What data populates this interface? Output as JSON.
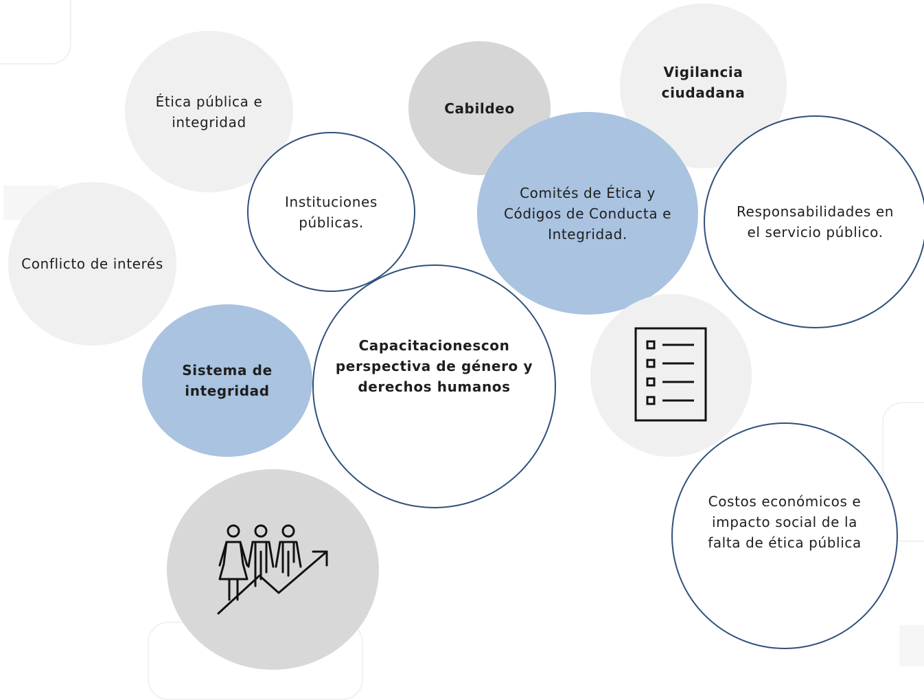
{
  "nodes": {
    "etica": "Ética pública e integridad",
    "cabildeo": "Cabildeo",
    "vigilancia": "Vigilancia ciudadana",
    "instituciones": "Instituciones públicas.",
    "comites": "Comités de Ética y Códigos de Conducta e Integridad.",
    "responsabilidades": "Responsabilidades en el servicio público.",
    "conflicto": "Conflicto de interés",
    "sistema": "Sistema de integridad",
    "capacitaciones": "Capacitacionescon perspectiva de género y derechos humanos",
    "costos": "Costos económicos e impacto social de la falta de ética pública"
  },
  "icons": {
    "checklist": "checklist-icon",
    "people_growth": "people-growth-icon"
  },
  "colors": {
    "light_gray": "#f0f0f0",
    "mid_gray": "#d8d8d8",
    "blue": "#a9c3e0",
    "outline": "#2f4f7a"
  }
}
